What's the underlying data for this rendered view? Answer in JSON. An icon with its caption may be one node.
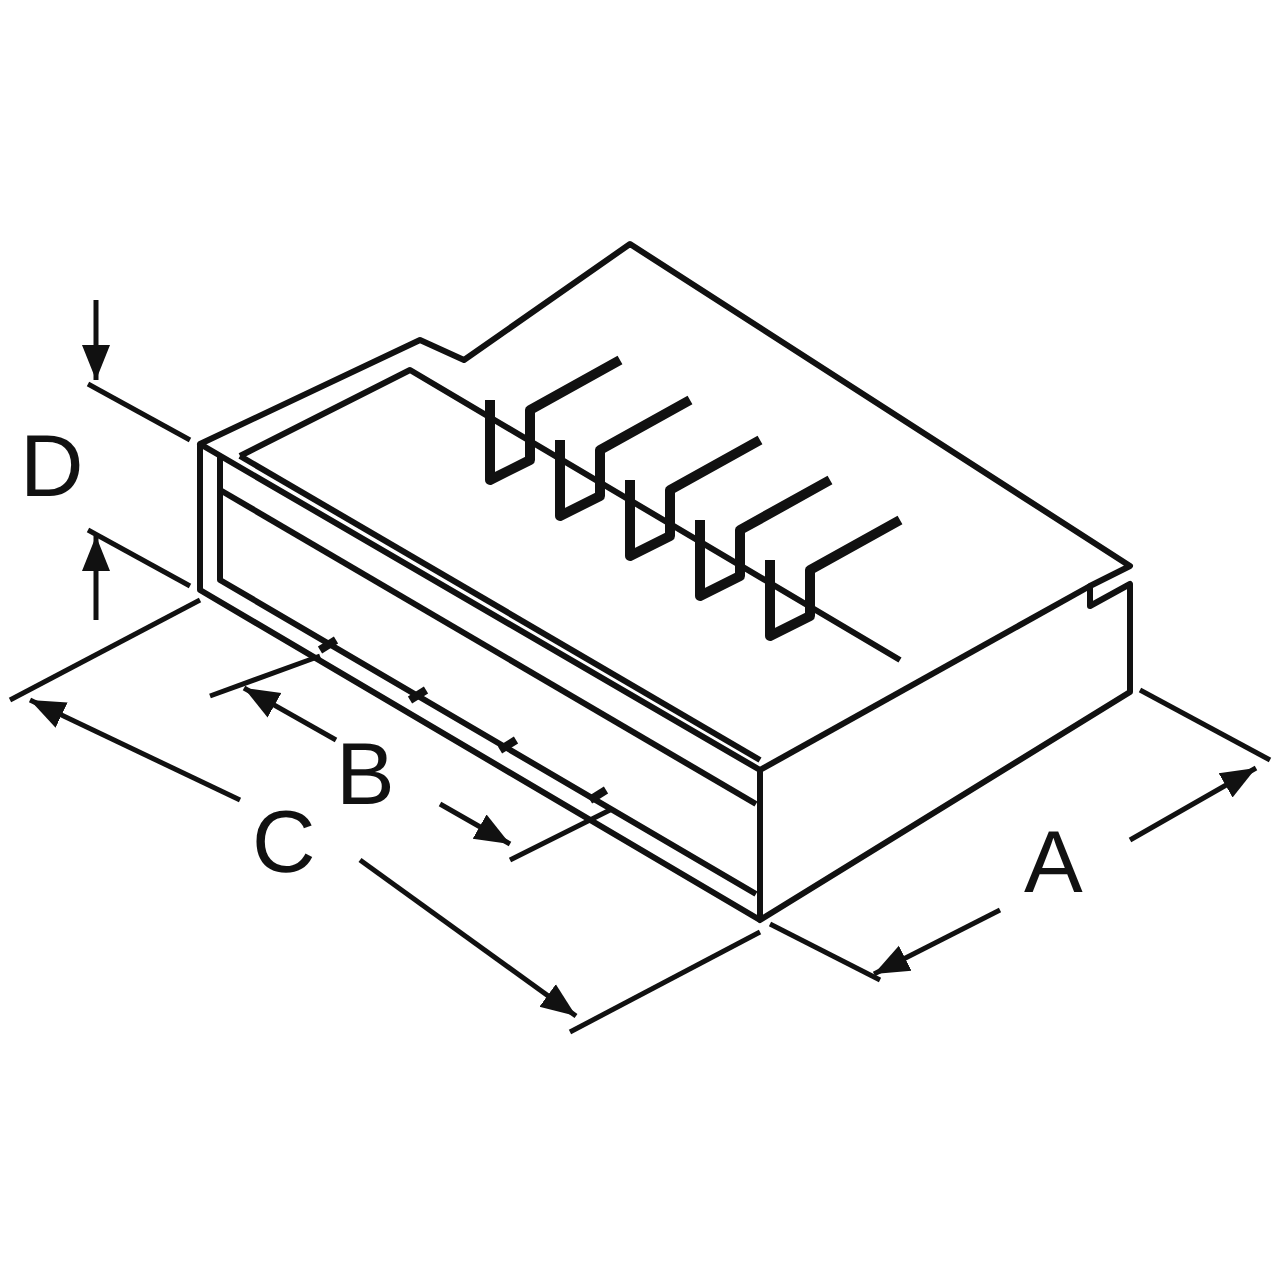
{
  "diagram": {
    "labels": [
      "D",
      "B",
      "C",
      "A"
    ]
  }
}
